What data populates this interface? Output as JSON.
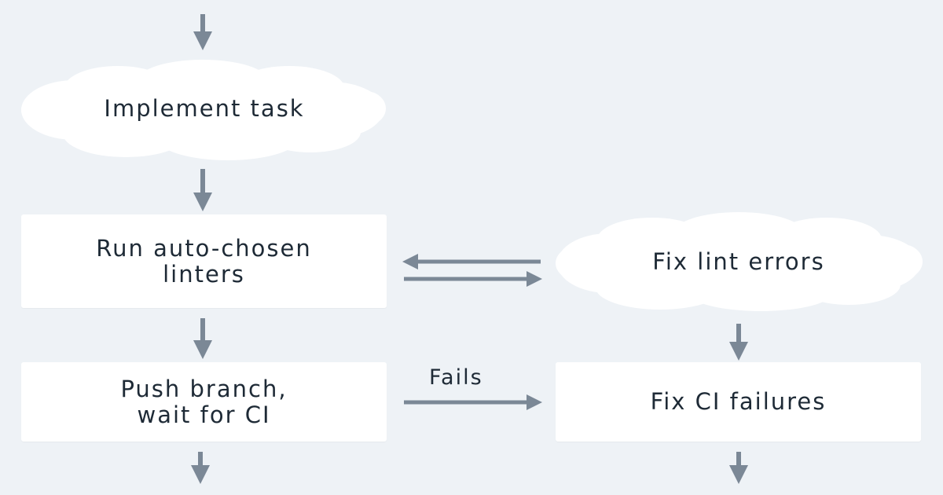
{
  "nodes": {
    "implement_task": "Implement task",
    "run_linters_line1": "Run auto-chosen",
    "run_linters_line2": "linters",
    "fix_lint_errors": "Fix lint errors",
    "push_branch_line1": "Push branch,",
    "push_branch_line2": "wait for CI",
    "fix_ci_failures": "Fix CI failures"
  },
  "edges": {
    "fails_label": "Fails"
  },
  "colors": {
    "background": "#eef2f6",
    "node_fill": "#ffffff",
    "arrow": "#7b8896",
    "text": "#1e2a36"
  }
}
